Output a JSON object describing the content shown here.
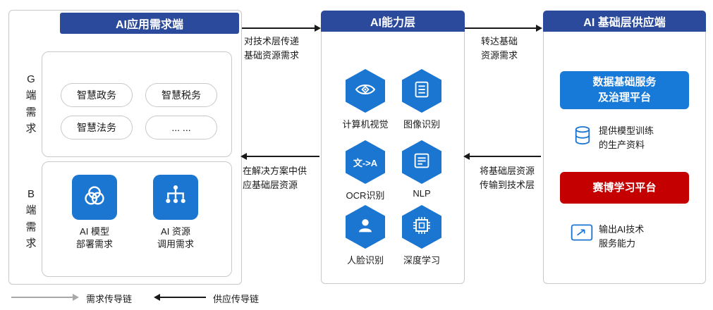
{
  "left_panel": {
    "title": "AI应用需求端",
    "g_group": {
      "label": "G端需求",
      "pills": [
        "智慧政务",
        "智慧税务",
        "智慧法务",
        "... ..."
      ]
    },
    "b_group": {
      "label": "B端需求",
      "tiles": [
        {
          "icon": "venn-circles-icon",
          "label_line1": "AI 模型",
          "label_line2": "部署需求"
        },
        {
          "icon": "branch-nodes-icon",
          "label_line1": "AI 资源",
          "label_line2": "调用需求"
        }
      ]
    }
  },
  "middle_panel": {
    "title": "AI能力层",
    "capabilities": [
      {
        "icon": "eye-icon",
        "label": "计算机视觉"
      },
      {
        "icon": "image-list-icon",
        "label": "图像识别"
      },
      {
        "icon": "ocr-text-icon",
        "icon_text": "文->A",
        "label": "OCR识别"
      },
      {
        "icon": "document-icon",
        "label": "NLP"
      },
      {
        "icon": "person-icon",
        "label": "人脸识别"
      },
      {
        "icon": "chip-icon",
        "label": "深度学习"
      }
    ]
  },
  "right_panel": {
    "title": "AI 基础层供应端",
    "data_platform": {
      "line1": "数据基础服务",
      "line2": "及治理平台"
    },
    "data_note": {
      "icon": "database-icon",
      "line1": "提供模型训练",
      "line2": "的生产资料"
    },
    "learning_platform": "赛博学习平台",
    "output_note": {
      "icon": "output-window-icon",
      "line1": "输出AI技术",
      "line2": "服务能力"
    }
  },
  "arrows": {
    "demand_left_mid": {
      "line1": "对技术层传递",
      "line2": "基础资源需求"
    },
    "demand_mid_right": {
      "line1": "转达基础",
      "line2": "资源需求"
    },
    "supply_mid_left": {
      "line1": "在解决方案中供",
      "line2": "应基础层资源"
    },
    "supply_right_mid": {
      "line1": "将基础层资源",
      "line2": "传输到技术层"
    }
  },
  "legend": {
    "demand_chain": "需求传导链",
    "supply_chain": "供应传导链"
  },
  "colors": {
    "header_blue": "#2b4a9b",
    "accent_blue": "#1b76d2",
    "accent_red": "#c40000",
    "legend_gray": "#a9a9a9"
  }
}
